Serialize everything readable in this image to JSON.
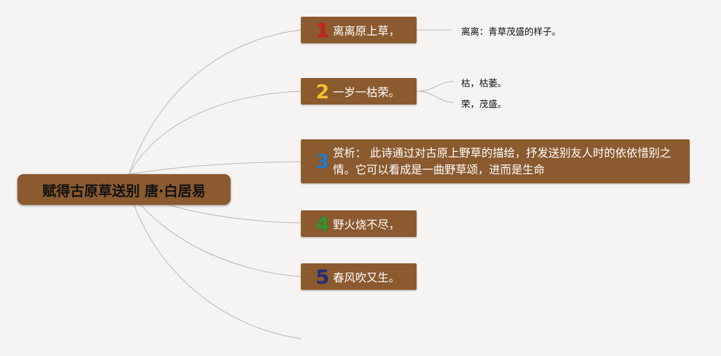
{
  "root": {
    "title": "赋得古原草送别 唐·白居易"
  },
  "branches": [
    {
      "num": "1",
      "text": "离离原上草，",
      "color": "#d21f1f"
    },
    {
      "num": "2",
      "text": "一岁一枯荣。",
      "color": "#f2c12e"
    },
    {
      "num": "3",
      "text": "赏析： 此诗通过对古原上野草的描绘，抒发送别友人时的依依惜别之情。它可以看成是一曲野草颂，进而是生命",
      "color": "#1f7fd1"
    },
    {
      "num": "4",
      "text": "野火烧不尽，",
      "color": "#2e9a2e"
    },
    {
      "num": "5",
      "text": "春风吹又生。",
      "color": "#24307a"
    }
  ],
  "leaves": [
    {
      "text": "离离：青草茂盛的样子。"
    },
    {
      "text": "枯，枯萎。"
    },
    {
      "text": "荣，茂盛。"
    }
  ],
  "colors": {
    "node_fill": "#8b5a2f",
    "background": "#f6f4f2",
    "link": "#b8b4b0"
  }
}
